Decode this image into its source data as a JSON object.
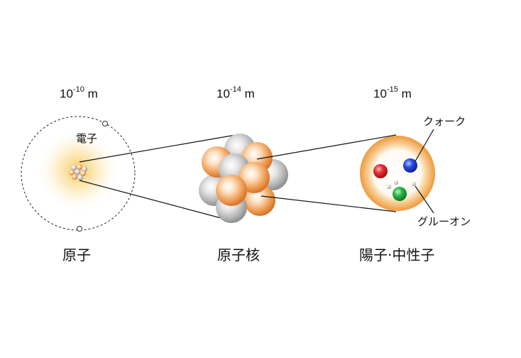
{
  "scales": {
    "atom": {
      "base": "10",
      "exp": "-10",
      "unit": "m"
    },
    "nucleus": {
      "base": "10",
      "exp": "-14",
      "unit": "m"
    },
    "nucleon": {
      "base": "10",
      "exp": "-15",
      "unit": "m"
    }
  },
  "labels": {
    "atom": "原子",
    "nucleus": "原子核",
    "nucleon": "陽子·中性子",
    "electron": "電子",
    "quark": "クォーク",
    "gluon": "グルーオン"
  },
  "colors": {
    "proton_orange": "#e8873a",
    "neutron_gray": "#a9a9a9",
    "glow": "#f7c44a",
    "quark_red": "#d62020",
    "quark_blue": "#1f3fcf",
    "quark_green": "#1fa83a"
  }
}
